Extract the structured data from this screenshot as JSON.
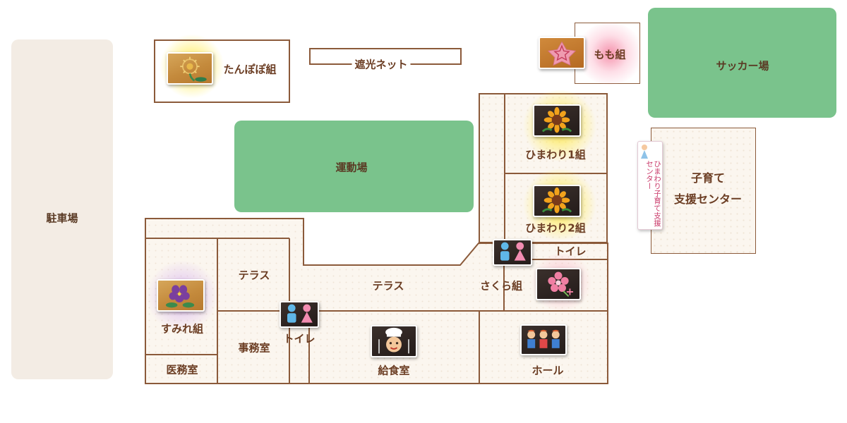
{
  "map": {
    "parking": "駐車場",
    "tanpopo": "たんぽぽ組",
    "shade_net": "遮光ネット",
    "momo": "もも組",
    "soccer": "サッカー場",
    "himawari1": "ひまわり1組",
    "himawari2": "ひまわり2組",
    "playground": "運動場",
    "support_center_line1": "子育て",
    "support_center_line2": "支援センター",
    "sign_text": "ひまわり子育て支援センター",
    "terrace_left": "テラス",
    "terrace_center": "テラス",
    "sakura": "さくら組",
    "toilet_right": "トイレ",
    "toilet_center": "トイレ",
    "sumire": "すみれ組",
    "office": "事務室",
    "medical": "医務室",
    "kitchen": "給食室",
    "hall": "ホール"
  },
  "colors": {
    "wall": "#8b5a3a",
    "floor": "#fbf6ef",
    "field": "#7ac38c",
    "parking": "#f3ece4",
    "label": "#6b3d23"
  }
}
